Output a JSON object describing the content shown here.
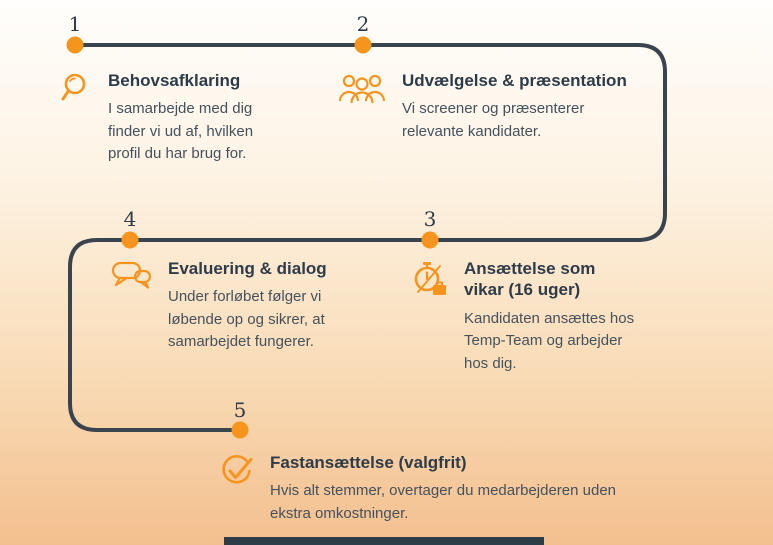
{
  "colors": {
    "accent": "#f7941e",
    "path_line": "#3a444f",
    "title_text": "#2e3b49",
    "body_text": "#45515d",
    "background_top": "#fffefc",
    "background_bottom": "#f3bf8e"
  },
  "steps": [
    {
      "number": "1",
      "icon": "magnifier-icon",
      "title": "Behovsafklaring",
      "body": "I samarbejde med dig finder vi ud af, hvilken profil du har brug for."
    },
    {
      "number": "2",
      "icon": "people-group-icon",
      "title": "Udvælgelse & præsentation",
      "body": "Vi screener og præsenterer relevante kandidater."
    },
    {
      "number": "3",
      "icon": "stopwatch-briefcase-icon",
      "title": "Ansættelse som vikar (16 uger)",
      "body": "Kandidaten ansættes hos Temp-Team og arbejder hos dig."
    },
    {
      "number": "4",
      "icon": "speech-bubbles-icon",
      "title": "Evaluering & dialog",
      "body": "Under forløbet følger vi løbende op og sikrer, at samarbejdet fungerer."
    },
    {
      "number": "5",
      "icon": "check-circle-icon",
      "title": "Fastansættelse (valgfrit)",
      "body": "Hvis alt stemmer, overtager du medarbejderen uden ekstra omkostninger."
    }
  ]
}
